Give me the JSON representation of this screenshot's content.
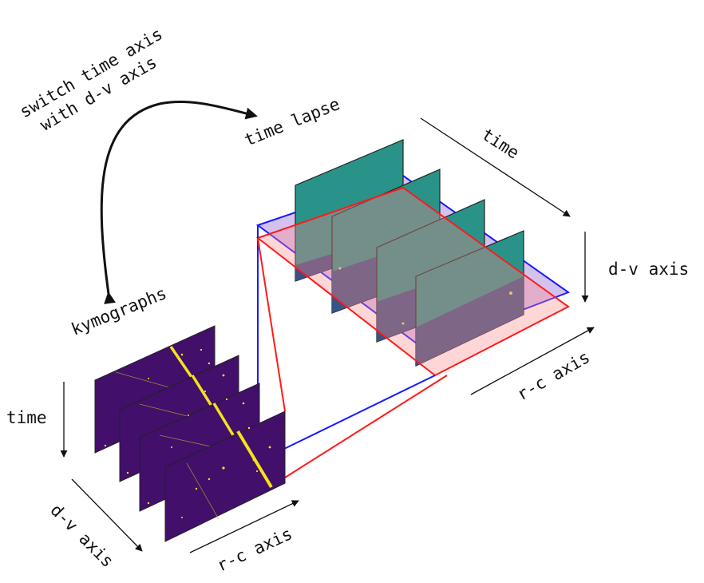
{
  "labels": {
    "switch_line1": "switch time axis",
    "switch_line2": "with d-v axis",
    "time_lapse": "time lapse",
    "kymographs": "kymographs",
    "tl_time": "time",
    "tl_dv": "d-v axis",
    "tl_rc": "r-c axis",
    "ky_time": "time",
    "ky_dv": "d-v axis",
    "ky_rc": "r-c axis"
  },
  "colors": {
    "timelapse_frame": "#2a9389",
    "timelapse_lower": "#3b4f86",
    "kymograph_frame": "#420f6b",
    "kymograph_bright": "#f5e21a",
    "blue_slice": "#1a1aff",
    "red_slice": "#ff1a1a",
    "arrow": "#111111"
  }
}
